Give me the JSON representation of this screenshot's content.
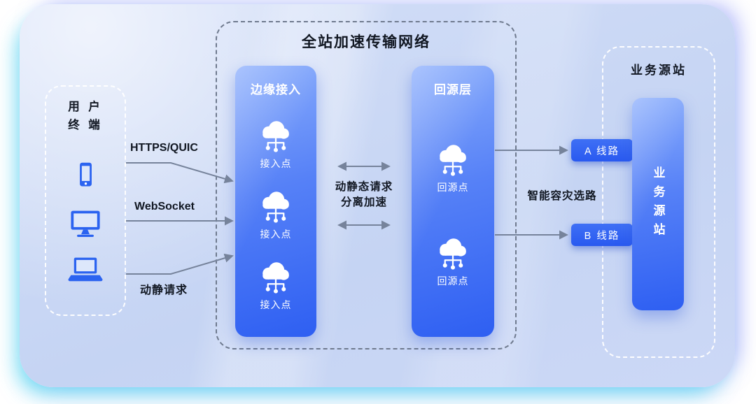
{
  "network": {
    "title": "全站加速传输网络"
  },
  "user_terminal": {
    "line1": "用 户",
    "line2": "终 端"
  },
  "left_links": {
    "https_quic": "HTTPS/QUIC",
    "websocket": "WebSocket",
    "dynamic_request": "动静请求"
  },
  "edge_panel": {
    "title": "边缘接入",
    "nodes": [
      {
        "label": "接入点"
      },
      {
        "label": "接入点"
      },
      {
        "label": "接入点"
      }
    ]
  },
  "middle_note": {
    "line1": "动静态请求",
    "line2": "分离加速"
  },
  "origin_panel": {
    "title": "回源层",
    "nodes": [
      {
        "label": "回源点"
      },
      {
        "label": "回源点"
      }
    ]
  },
  "routing": {
    "label": "智能容灾选路",
    "line_a": "A 线路",
    "line_b": "B 线路"
  },
  "origin_site": {
    "title": "业务源站",
    "panel_label": "业务源站"
  },
  "colors": {
    "canvas_bg": "#c9d6f4",
    "panel_gradient_top": "#8aadfc",
    "panel_gradient_bottom": "#2e5ff2",
    "badge_blue": "#2e63f2",
    "device_icon_blue": "#2b63f0",
    "connector_gray": "#76839b",
    "glow_cyan": "#22d3ee",
    "glow_purple": "#818cf8"
  }
}
